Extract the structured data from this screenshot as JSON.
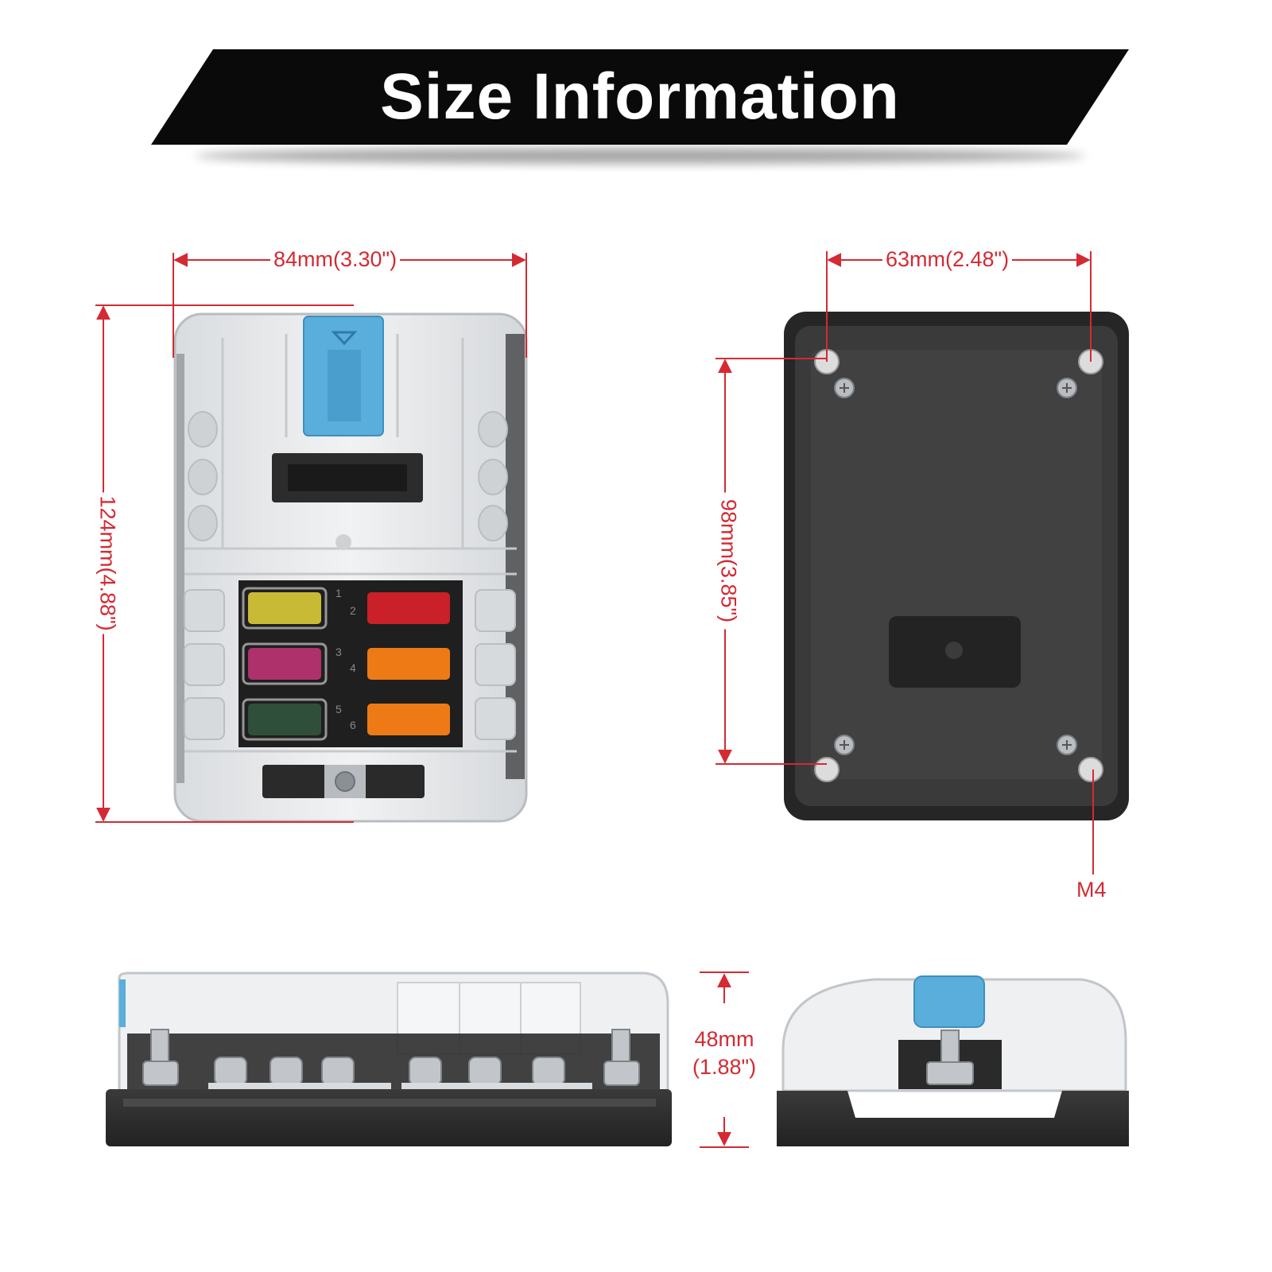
{
  "title": "Size Information",
  "dimensions": {
    "top_width": "84mm(3.30\")",
    "top_height": "124mm(4.88\")",
    "bottom_width": "63mm(2.48\")",
    "bottom_height": "98mm(3.85\")",
    "screw_size": "M4",
    "side_height_line1": "48mm",
    "side_height_line2": "(1.88\")"
  },
  "fuse_numbers": [
    "1",
    "2",
    "3",
    "4",
    "5",
    "6"
  ],
  "colors": {
    "banner": "#0a0a0a",
    "dimension": "#d42a33",
    "housing": "#2b2b2b",
    "cover": "#e6e8ea",
    "clip": "#5aaedc",
    "fuse_yellow": "#e8d63a",
    "fuse_red": "#c9202a",
    "fuse_pink": "#c8357a",
    "fuse_orange": "#ee7a16",
    "fuse_green": "#2f4f3a"
  }
}
